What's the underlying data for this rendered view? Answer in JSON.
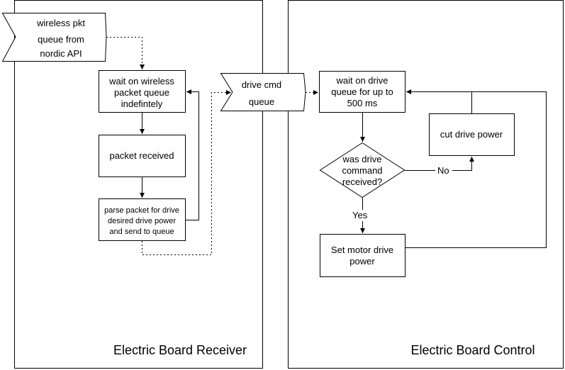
{
  "panels": {
    "receiver_title": "Electric Board Receiver",
    "control_title": "Electric Board Control"
  },
  "nodes": {
    "wireless_queue": [
      "wireless pkt",
      "queue from",
      "nordic API"
    ],
    "wait_wireless": [
      "wait on wireless",
      "packet queue",
      "indefintely"
    ],
    "packet_received": [
      "packet received"
    ],
    "parse_packet": [
      "parse packet for drive",
      "desired drive power",
      "and send to queue"
    ],
    "drive_cmd_queue": [
      "drive cmd",
      "queue"
    ],
    "wait_drive": [
      "wait on drive",
      "queue for up to",
      "500 ms"
    ],
    "cut_power": [
      "cut drive power"
    ],
    "decision": [
      "was drive",
      "command",
      "received?"
    ],
    "set_power": [
      "Set motor drive",
      "power"
    ]
  },
  "edges": {
    "no_label": "No",
    "yes_label": "Yes"
  }
}
